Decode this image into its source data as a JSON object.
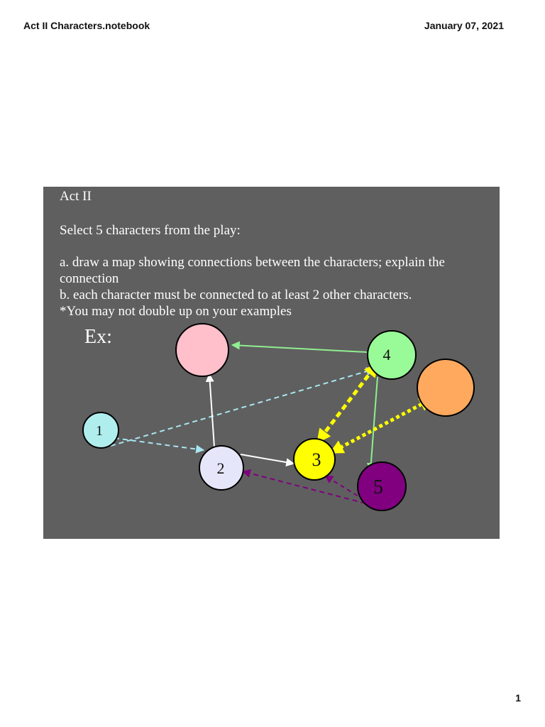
{
  "header": {
    "filename": "Act II Characters.notebook",
    "date": "January 07, 2021"
  },
  "slide": {
    "title": "Act II",
    "select": "Select 5 characters from the play:",
    "instructions": [
      "a. draw a map showing connections between the characters; explain the connection",
      "b. each character must be connected to at least 2 other characters.",
      "*You may not double up on your examples"
    ],
    "example_label": "Ex:"
  },
  "diagram": {
    "nodes": [
      {
        "id": "pink",
        "label": "",
        "color": "#ffc0cb"
      },
      {
        "id": "n4",
        "label": "4",
        "color": "#98fb98"
      },
      {
        "id": "orange",
        "label": "",
        "color": "#ffa95e"
      },
      {
        "id": "n1",
        "label": "1",
        "color": "#b0eeee"
      },
      {
        "id": "n2",
        "label": "2",
        "color": "#e6e6fa"
      },
      {
        "id": "n3",
        "label": "3",
        "color": "#ffff00"
      },
      {
        "id": "n5",
        "label": "5",
        "color": "#800080"
      }
    ],
    "colors": {
      "green_arrow": "#90ee90",
      "light_blue_dashed": "#a8e6f0",
      "white_arrow": "#ffffff",
      "yellow_dotted": "#ffff00",
      "purple_dashed": "#800080"
    }
  },
  "page": {
    "number": "1"
  }
}
